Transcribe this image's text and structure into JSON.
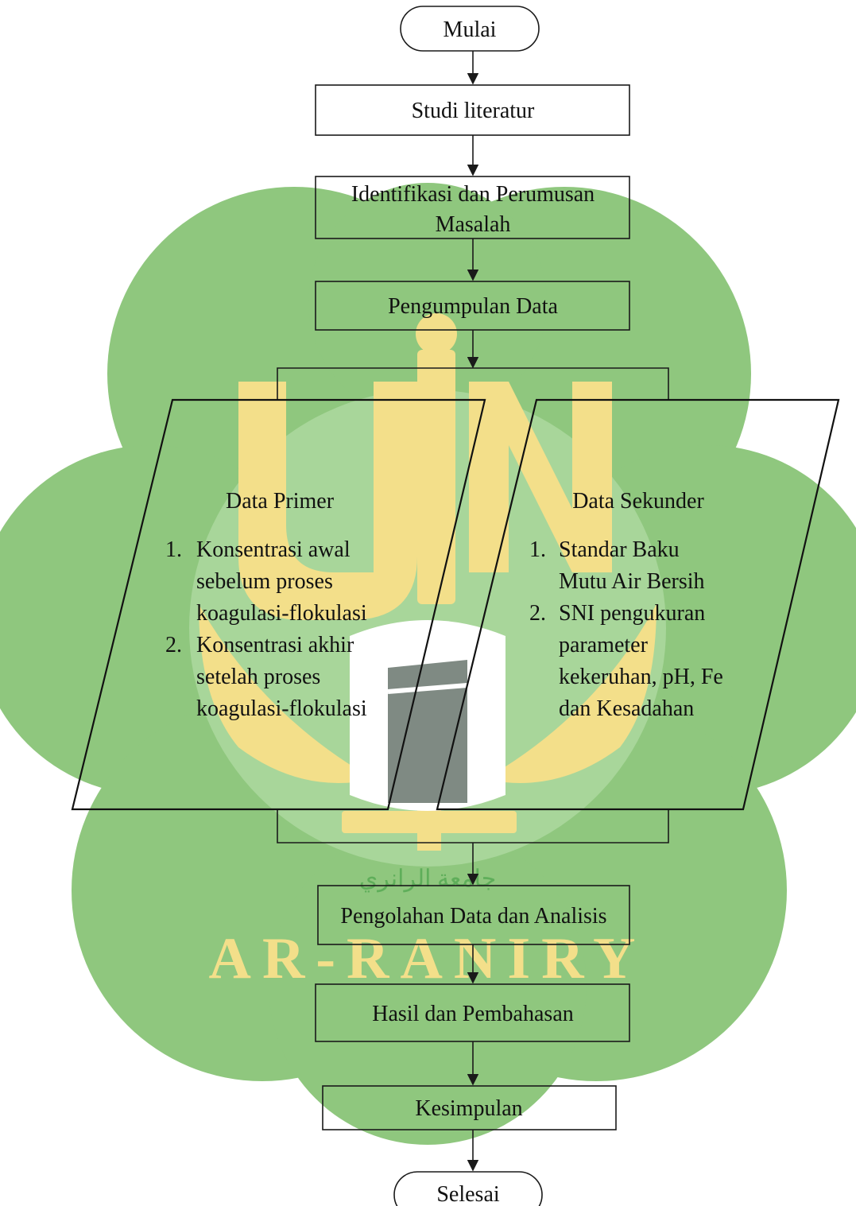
{
  "watermark": {
    "main": "UIN",
    "sub": "AR-RANIRY",
    "arabic": "جامعة الرانري",
    "colors": {
      "green": "#8fc77e",
      "gold": "#f3df8a"
    }
  },
  "nodes": {
    "start": "Mulai",
    "literature": "Studi literatur",
    "identification": [
      "Identifikasi dan Perumusan",
      "Masalah"
    ],
    "collection": "Pengumpulan Data",
    "primary": {
      "title": "Data Primer",
      "items": [
        {
          "num": "1.",
          "lines": [
            "Konsentrasi awal",
            "sebelum proses",
            "koagulasi-flokulasi"
          ]
        },
        {
          "num": "2.",
          "lines": [
            "Konsentrasi akhir",
            "setelah proses",
            "koagulasi-flokulasi"
          ]
        }
      ]
    },
    "secondary": {
      "title": "Data Sekunder",
      "items": [
        {
          "num": "1.",
          "lines": [
            "Standar Baku",
            "Mutu Air Bersih"
          ]
        },
        {
          "num": "2.",
          "lines": [
            "SNI pengukuran",
            "parameter",
            "kekeruhan, pH, Fe",
            "dan Kesadahan"
          ]
        }
      ]
    },
    "processing": "Pengolahan Data dan Analisis",
    "results": "Hasil dan Pembahasan",
    "conclusion": "Kesimpulan",
    "end": "Selesai"
  }
}
